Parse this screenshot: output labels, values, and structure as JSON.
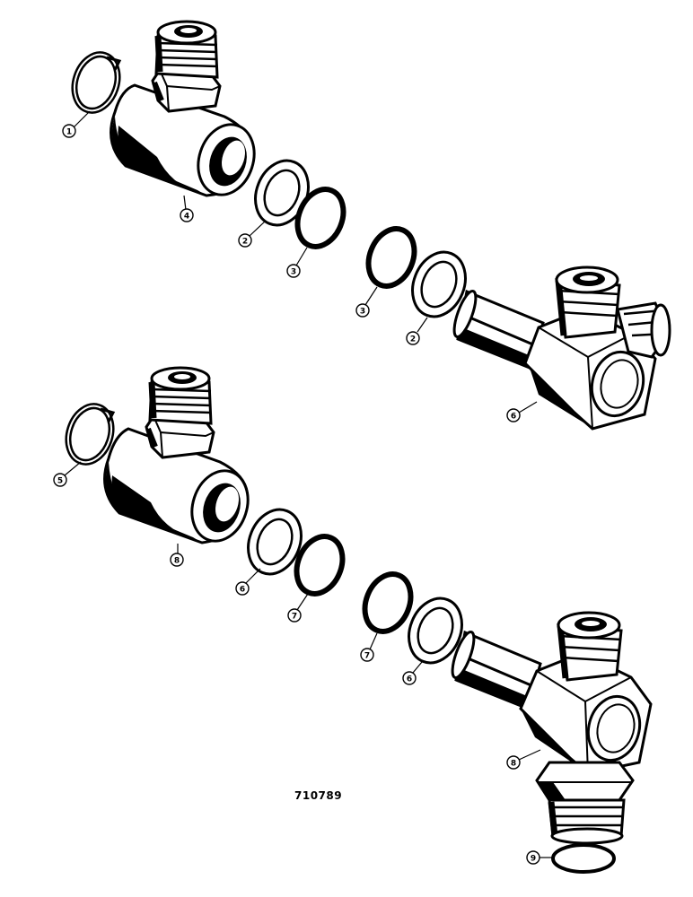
{
  "figure": {
    "reference_number": "710789",
    "ink_color": "#000000",
    "paper_color": "#ffffff"
  },
  "callouts": [
    {
      "id": "c1",
      "label": "1"
    },
    {
      "id": "c4",
      "label": "4"
    },
    {
      "id": "c2a",
      "label": "2"
    },
    {
      "id": "c3a",
      "label": "3"
    },
    {
      "id": "c3b",
      "label": "3"
    },
    {
      "id": "c2b",
      "label": "2"
    },
    {
      "id": "c6a",
      "label": "6"
    },
    {
      "id": "c5",
      "label": "5"
    },
    {
      "id": "c8a",
      "label": "8"
    },
    {
      "id": "c6b",
      "label": "6"
    },
    {
      "id": "c7a",
      "label": "7"
    },
    {
      "id": "c7b",
      "label": "7"
    },
    {
      "id": "c6c",
      "label": "6"
    },
    {
      "id": "c8b",
      "label": "8"
    },
    {
      "id": "c9",
      "label": "9"
    }
  ]
}
